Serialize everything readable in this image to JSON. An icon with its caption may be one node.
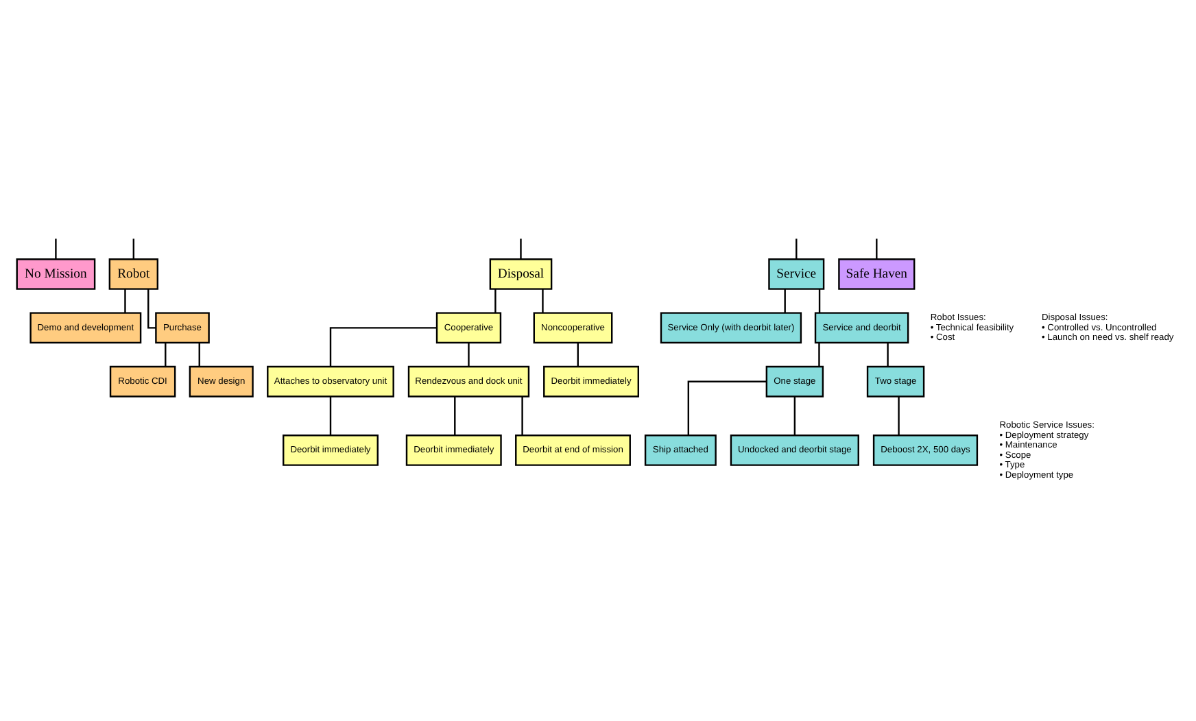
{
  "diagram": {
    "nodes": [
      {
        "text": [
          "No Mission"
        ]
      },
      {
        "text": [
          "Robot"
        ]
      },
      {
        "text": [
          "Disposal"
        ]
      },
      {
        "text": [
          "Service"
        ]
      },
      {
        "text": [
          "Safe Haven"
        ]
      },
      {
        "text": [
          "Demo and development"
        ]
      },
      {
        "text": [
          "Purchase"
        ]
      },
      {
        "text": [
          "Robotic CDI"
        ]
      },
      {
        "text": [
          "New design"
        ]
      },
      {
        "text": [
          "Service Only (with deorbit later)"
        ]
      },
      {
        "text": [
          "Service and deorbit"
        ]
      },
      {
        "text": [
          "One stage"
        ]
      },
      {
        "text": [
          "Two stage"
        ]
      },
      {
        "text": [
          "Ship attached"
        ]
      },
      {
        "text": [
          "Undocked and deorbit stage"
        ]
      },
      {
        "text": [
          "Deboost 2X, 500 days"
        ]
      },
      {
        "text": [
          "Cooperative"
        ]
      },
      {
        "text": [
          "Noncooperative"
        ]
      },
      {
        "text": [
          "Attaches to observatory unit"
        ]
      },
      {
        "text": [
          "Rendezvous and dock unit"
        ]
      },
      {
        "text": [
          "Deorbit immediately"
        ]
      },
      {
        "text": [
          "Deorbit immediately"
        ]
      },
      {
        "text": [
          "Deorbit at end of mission"
        ]
      },
      {
        "text": [
          "Deorbit immediately"
        ]
      }
    ],
    "edges": [
      {
        "from": null,
        "to": 0,
        "arrow": "none"
      },
      {
        "from": null,
        "to": 1,
        "arrow": "none"
      },
      {
        "from": null,
        "to": 2,
        "arrow": "none"
      },
      {
        "from": null,
        "to": 3,
        "arrow": "none"
      },
      {
        "from": null,
        "to": 4,
        "arrow": "none"
      },
      {
        "from": 1,
        "to": 5,
        "arrow": "none"
      },
      {
        "from": 1,
        "to": 6,
        "arrow": "none"
      },
      {
        "from": 6,
        "to": 7,
        "arrow": "none"
      },
      {
        "from": 6,
        "to": 8,
        "arrow": "none"
      },
      {
        "from": 3,
        "to": 9,
        "arrow": "none"
      },
      {
        "from": 3,
        "to": 10,
        "arrow": "none"
      },
      {
        "from": 10,
        "to": 11,
        "arrow": "none"
      },
      {
        "from": 10,
        "to": 12,
        "arrow": "none"
      },
      {
        "from": 11,
        "to": 13,
        "arrow": "none"
      },
      {
        "from": 11,
        "to": 14,
        "arrow": "none"
      },
      {
        "from": 12,
        "to": 15,
        "arrow": "none"
      },
      {
        "from": 2,
        "to": 16,
        "arrow": "none"
      },
      {
        "from": 2,
        "to": 17,
        "arrow": "none"
      },
      {
        "from": 16,
        "to": 18,
        "arrow": "none"
      },
      {
        "from": 16,
        "to": 19,
        "arrow": "none"
      },
      {
        "from": 18,
        "to": 20,
        "arrow": "none"
      },
      {
        "from": 19,
        "to": 21,
        "arrow": "none"
      },
      {
        "from": 19,
        "to": 22,
        "arrow": "none"
      },
      {
        "from": 17,
        "to": 23,
        "arrow": "none"
      }
    ],
    "labels": [
      "Robot Issues:",
      "• Technical feasibility",
      "• Cost",
      "Disposal Issues:",
      "• Controlled vs. Uncontrolled",
      "• Launch on need vs. shelf ready",
      "Robotic Service Issues:",
      "• Deployment strategy",
      "• Maintenance",
      "• Scope",
      "• Type",
      "• Deployment type"
    ]
  }
}
